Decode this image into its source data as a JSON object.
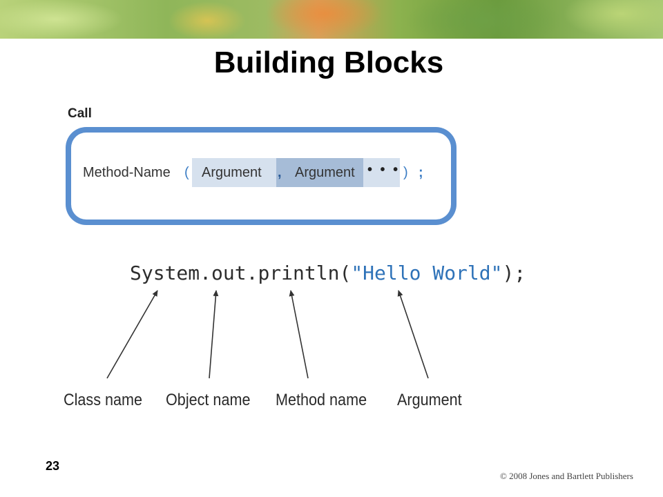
{
  "slide": {
    "title": "Building Blocks",
    "page_number": "23",
    "copyright": "© 2008 Jones and Bartlett Publishers"
  },
  "call_diagram": {
    "label": "Call",
    "method_name": "Method-Name",
    "open_paren": "(",
    "argument_1": "Argument",
    "comma": ",",
    "argument_2": "Argument",
    "ellipsis": "• • •",
    "close_paren": ")",
    "semicolon": ";"
  },
  "code_example": {
    "class_part": "System",
    "dot_1": ".",
    "object_part": "out",
    "dot_2": ".",
    "method_part": "println",
    "open_paren": "(",
    "argument": "\"Hello World\"",
    "close": ");"
  },
  "annotations": {
    "class_name": "Class name",
    "object_name": "Object name",
    "method_name": "Method name",
    "argument": "Argument"
  },
  "colors": {
    "box_border": "#5a8fd0",
    "code_blue": "#2e72b8",
    "argument_highlight": "#d6e1ee",
    "argument_highlight_dark": "#a6bcd7"
  }
}
